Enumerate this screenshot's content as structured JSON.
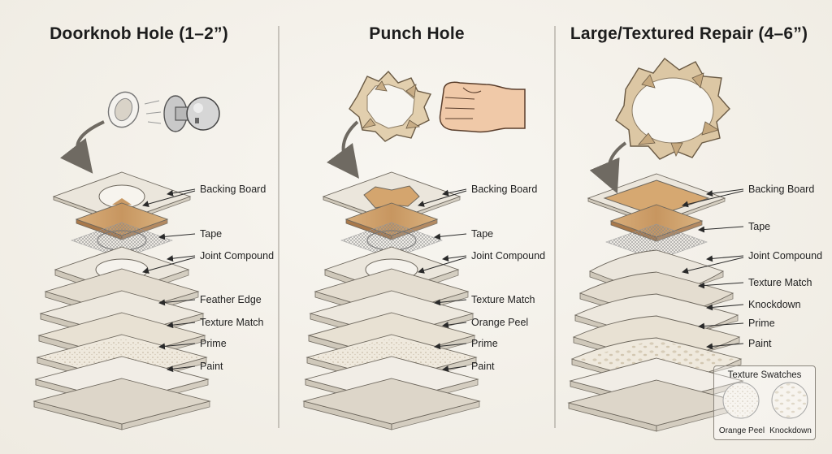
{
  "panels": [
    {
      "title": "Doorknob Hole (1–2”)",
      "labels": [
        "Backing Board",
        "Tape",
        "Joint Compound",
        "Feather Edge",
        "Texture Match",
        "Prime",
        "Paint"
      ]
    },
    {
      "title": "Punch Hole",
      "labels": [
        "Backing Board",
        "Tape",
        "Joint Compound",
        "Texture Match",
        "Orange Peel",
        "Prime",
        "Paint"
      ]
    },
    {
      "title": "Large/Textured Repair (4–6”)",
      "labels": [
        "Backing Board",
        "Tape",
        "Joint Compound",
        "Texture Match",
        "Knockdown",
        "Prime",
        "Paint"
      ]
    }
  ],
  "legend": {
    "title": "Texture Swatches",
    "swatches": [
      "Orange Peel",
      "Knockdown"
    ]
  },
  "colors": {
    "background": "#f2efe8",
    "wood": "#c99a66",
    "board": "#e8e2d6",
    "divider": "#9a958c"
  },
  "icons": [
    "doorknob-icon",
    "fist-icon",
    "torn-hole-icon",
    "curved-arrow-icon"
  ]
}
